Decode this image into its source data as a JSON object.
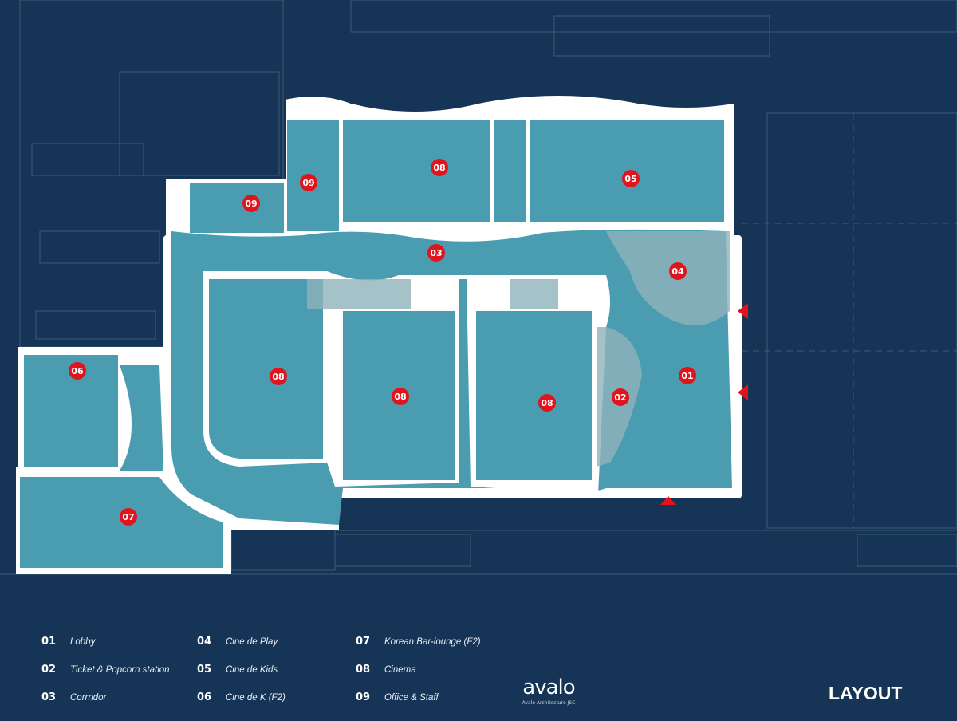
{
  "plan": {
    "markers": [
      {
        "id": "01"
      },
      {
        "id": "02"
      },
      {
        "id": "03"
      },
      {
        "id": "04"
      },
      {
        "id": "05"
      },
      {
        "id": "06"
      },
      {
        "id": "07"
      },
      {
        "id": "08"
      },
      {
        "id": "08"
      },
      {
        "id": "08"
      },
      {
        "id": "08"
      },
      {
        "id": "09"
      },
      {
        "id": "09"
      }
    ],
    "colors": {
      "background": "#163556",
      "room": "#4a9db0",
      "wall": "#ffffff",
      "marker": "#e0141c",
      "shade": "#8fb3bb"
    }
  },
  "legend": [
    {
      "num": "01",
      "label": "Lobby"
    },
    {
      "num": "02",
      "label": "Ticket & Popcorn station"
    },
    {
      "num": "03",
      "label": "Corrridor"
    },
    {
      "num": "04",
      "label": "Cine de Play"
    },
    {
      "num": "05",
      "label": "Cine de Kids"
    },
    {
      "num": "06",
      "label": "Cine de K (F2)"
    },
    {
      "num": "07",
      "label": "Korean Bar-lounge (F2)"
    },
    {
      "num": "08",
      "label": "Cinema"
    },
    {
      "num": "09",
      "label": "Office & Staff"
    }
  ],
  "logo": {
    "name": "avalo",
    "subtitle": "Avalo Architecture JSC"
  },
  "title": "LAYOUT"
}
